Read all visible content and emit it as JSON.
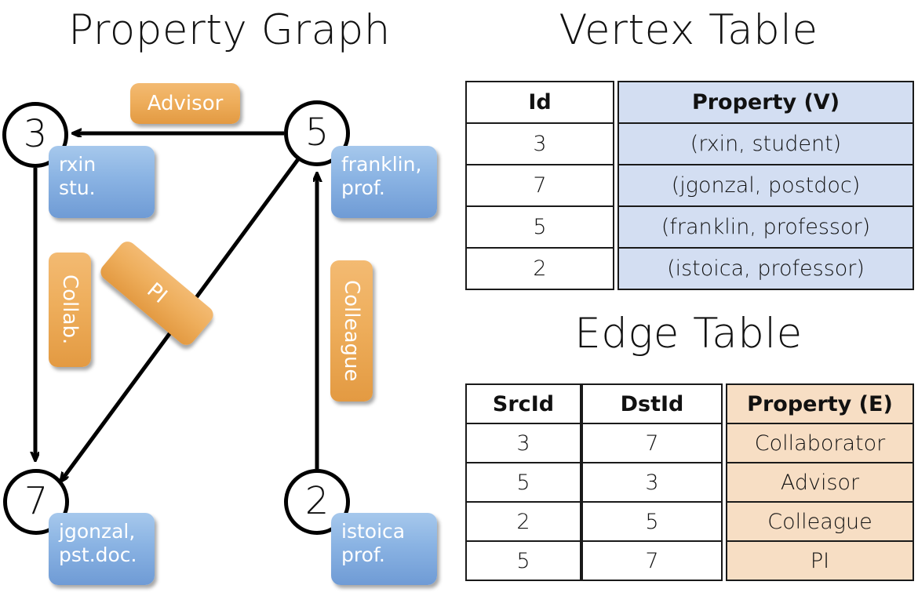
{
  "graph": {
    "title": "Property Graph",
    "nodes": [
      {
        "id": "3",
        "prop_lines": [
          "rxin",
          "stu."
        ]
      },
      {
        "id": "5",
        "prop_lines": [
          "franklin,",
          "prof."
        ]
      },
      {
        "id": "7",
        "prop_lines": [
          "jgonzal,",
          "pst.doc."
        ]
      },
      {
        "id": "2",
        "prop_lines": [
          "istoica",
          "prof."
        ]
      }
    ],
    "edge_labels": {
      "advisor": "Advisor",
      "collab": "Collab.",
      "pi": "PI",
      "colleague": "Colleague"
    },
    "colors": {
      "node_fill": "#ffffff",
      "node_stroke": "#000000",
      "property_box": "#8ab3e3",
      "edge_label_box": "#eeae5c",
      "edge_line": "#000000"
    }
  },
  "vertex_table": {
    "title": "Vertex Table",
    "headers": [
      "Id",
      "Property (V)"
    ],
    "rows": [
      {
        "id": "3",
        "property": "(rxin, student)"
      },
      {
        "id": "7",
        "property": "(jgonzal, postdoc)"
      },
      {
        "id": "5",
        "property": "(franklin, professor)"
      },
      {
        "id": "2",
        "property": "(istoica, professor)"
      }
    ],
    "property_fill": "#d3def2"
  },
  "edge_table": {
    "title": "Edge Table",
    "headers": [
      "SrcId",
      "DstId",
      "Property (E)"
    ],
    "rows": [
      {
        "src": "3",
        "dst": "7",
        "property": "Collaborator"
      },
      {
        "src": "5",
        "dst": "3",
        "property": "Advisor"
      },
      {
        "src": "2",
        "dst": "5",
        "property": "Colleague"
      },
      {
        "src": "5",
        "dst": "7",
        "property": "PI"
      }
    ],
    "property_fill": "#f7dec4"
  }
}
